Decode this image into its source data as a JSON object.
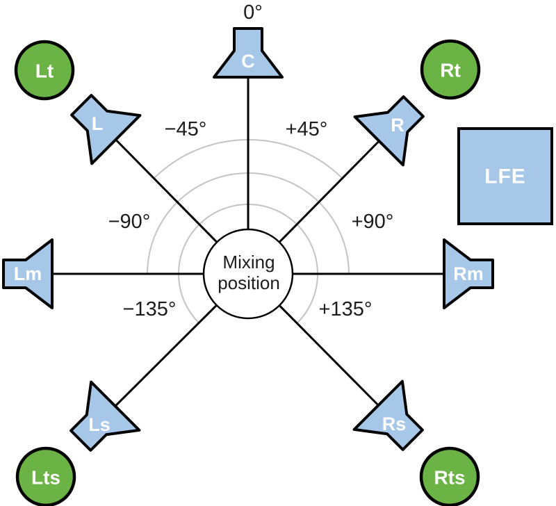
{
  "colors": {
    "background": "#ffffff",
    "speaker_fill": "#a7c7e9",
    "overhead_fill": "#6ab344",
    "outline": "#000000",
    "arc_stroke": "#c4c4c4",
    "label_color": "#1c1c1e",
    "icon_label_color": "#ffffff",
    "center_fill": "#ffffff"
  },
  "center": {
    "line1": "Mixing",
    "line2": "position"
  },
  "angle_labels": {
    "a0": "0°",
    "m45": "−45°",
    "p45": "+45°",
    "m90": "−90°",
    "p90": "+90°",
    "m135": "−135°",
    "p135": "+135°"
  },
  "speakers": {
    "c": "C",
    "l": "L",
    "r": "R",
    "lm": "Lm",
    "rm": "Rm",
    "ls": "Ls",
    "rs": "Rs"
  },
  "overhead_channels": {
    "lt": "Lt",
    "rt": "Rt",
    "lts": "Lts",
    "rts": "Rts"
  },
  "lfe": {
    "label": "LFE"
  }
}
